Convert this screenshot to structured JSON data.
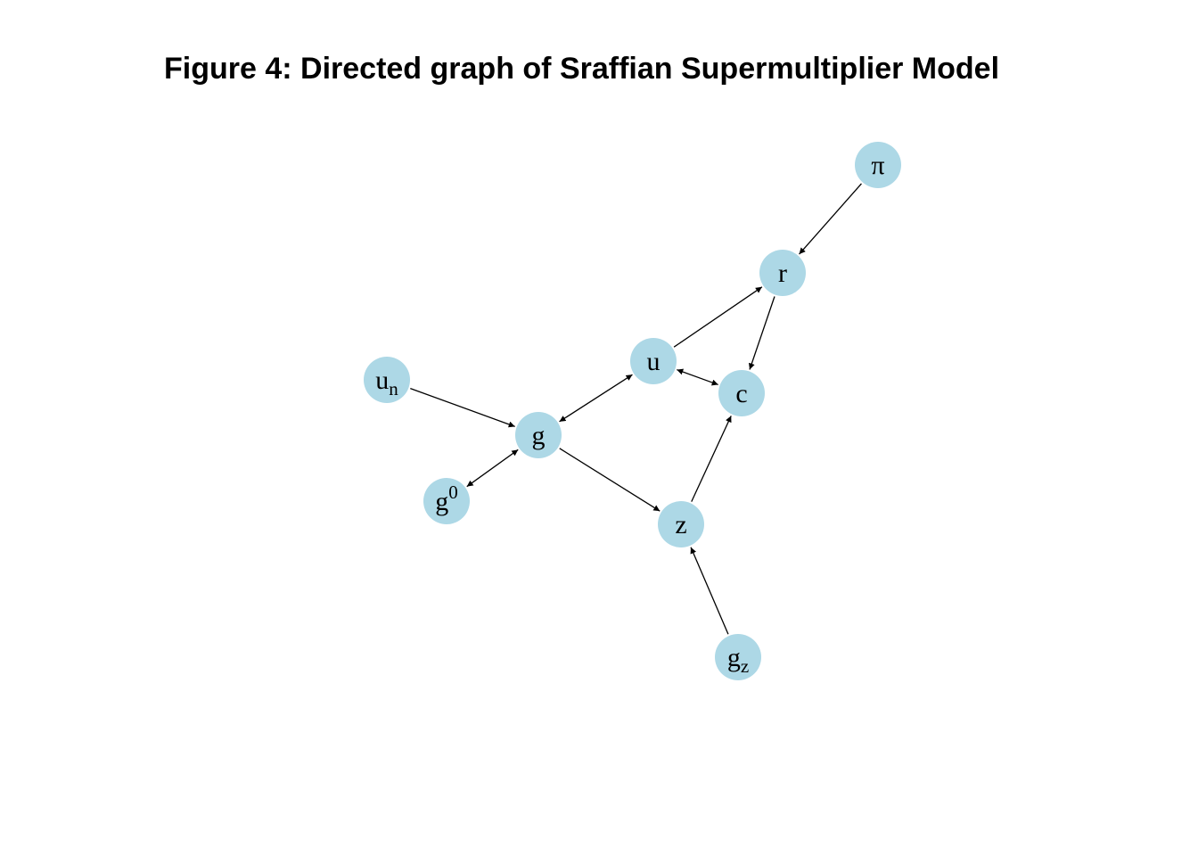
{
  "title": "Figure 4: Directed graph of Sraffian Supermultiplier Model",
  "colors": {
    "node_fill": "#add8e6",
    "edge": "#000000",
    "text": "#000000"
  },
  "nodes": [
    {
      "id": "pi",
      "base": "π",
      "sub": "",
      "sup": ""
    },
    {
      "id": "r",
      "base": "r",
      "sub": "",
      "sup": ""
    },
    {
      "id": "u",
      "base": "u",
      "sub": "",
      "sup": ""
    },
    {
      "id": "c",
      "base": "c",
      "sub": "",
      "sup": ""
    },
    {
      "id": "un",
      "base": "u",
      "sub": "n",
      "sup": ""
    },
    {
      "id": "g",
      "base": "g",
      "sub": "",
      "sup": ""
    },
    {
      "id": "g0",
      "base": "g",
      "sub": "",
      "sup": "0"
    },
    {
      "id": "z",
      "base": "z",
      "sub": "",
      "sup": ""
    },
    {
      "id": "gz",
      "base": "g",
      "sub": "z",
      "sup": ""
    }
  ],
  "edges": [
    {
      "from": "pi",
      "to": "r",
      "bidirectional": false
    },
    {
      "from": "u",
      "to": "r",
      "bidirectional": false
    },
    {
      "from": "r",
      "to": "c",
      "bidirectional": false
    },
    {
      "from": "u",
      "to": "c",
      "bidirectional": true
    },
    {
      "from": "g",
      "to": "u",
      "bidirectional": true
    },
    {
      "from": "un",
      "to": "g",
      "bidirectional": false
    },
    {
      "from": "g0",
      "to": "g",
      "bidirectional": true
    },
    {
      "from": "g",
      "to": "z",
      "bidirectional": false
    },
    {
      "from": "z",
      "to": "c",
      "bidirectional": false
    },
    {
      "from": "gz",
      "to": "z",
      "bidirectional": false
    }
  ]
}
